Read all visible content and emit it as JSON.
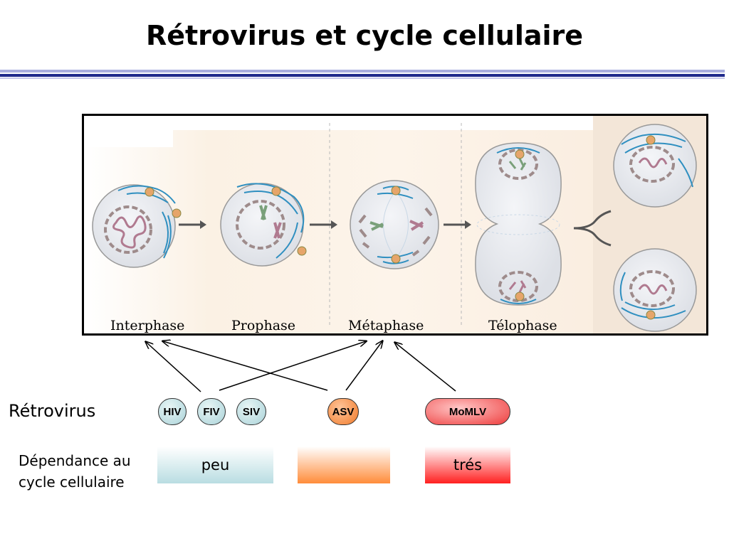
{
  "title": "Rétrovirus et cycle cellulaire",
  "phases": [
    "Interphase",
    "Prophase",
    "Métaphase",
    "Télophase"
  ],
  "row_labels": {
    "retrovirus": "Rétrovirus",
    "dependence_line1": "Dépendance au",
    "dependence_line2": "cycle cellulaire"
  },
  "viruses": [
    "HIV",
    "FIV",
    "SIV",
    "ASV",
    "MoMLV"
  ],
  "dependence": {
    "low": "peu",
    "mid": "",
    "high": "trés"
  },
  "colors": {
    "title_rule": "#1f2a8c",
    "low": "#b9dde2",
    "mid": "#ff8c3a",
    "high": "#ff2020",
    "chromosome": "#b07a90",
    "microtubule": "#2f8fc0"
  }
}
